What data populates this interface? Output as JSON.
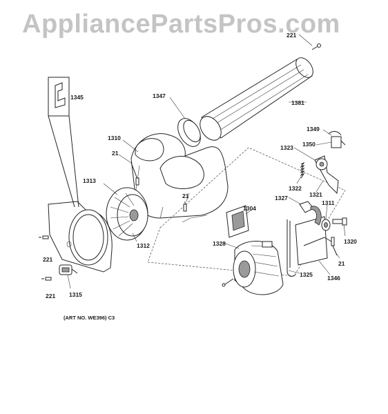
{
  "watermark": "AppliancePartsPros.com",
  "art_number": "(ART NO. WE396) C3",
  "callouts": {
    "p221_top": "221",
    "p1381": "1381",
    "p1347": "1347",
    "p1345": "1345",
    "p1349": "1349",
    "p1350": "1350",
    "p1310": "1310",
    "p1323": "1323",
    "p21_left": "21",
    "p1313": "1313",
    "p1322": "1322",
    "p1321": "1321",
    "p21_mid": "21",
    "p1327": "1327",
    "p1311": "1311",
    "p1304": "1304",
    "p1312": "1312",
    "p1320": "1320",
    "p221_left": "221",
    "p1328": "1328",
    "p21_right": "21",
    "p1325": "1325",
    "p1346": "1346",
    "p221_bottom": "221",
    "p1315": "1315"
  }
}
